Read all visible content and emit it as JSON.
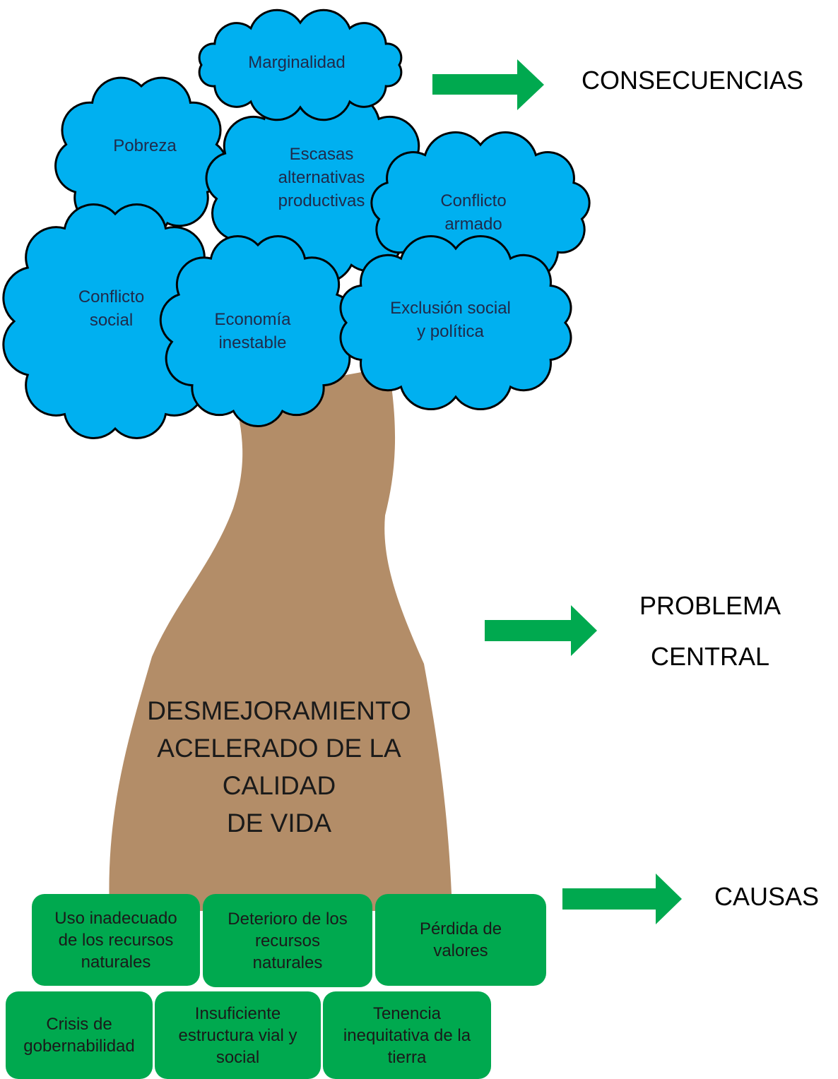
{
  "colors": {
    "leaves": "#00b0f0",
    "trunk": "#b38d68",
    "roots": "#00a94f",
    "arrows": "#00a94f"
  },
  "consequences": {
    "marginalidad": "Marginalidad",
    "pobreza": "Pobreza",
    "escasas": "Escasas\nalternativas\nproductivas",
    "conflicto_armado": "Conflicto\narmado",
    "conflicto_social": "Conflicto\nsocial",
    "economia": "Economía\ninestable",
    "exclusion": "Exclusión social\ny política"
  },
  "problem": "DESMEJORAMIENTO\nACELERADO DE LA\nCALIDAD\nDE VIDA",
  "causes": [
    "Uso inadecuado\nde los recursos\nnaturales",
    "Deterioro de los\nrecursos\nnaturales",
    "Pérdida de\nvalores",
    "Crisis de\ngobernabilidad",
    "Insuficiente\nestructura vial y\nsocial",
    "Tenencia\ninequitativa de la\ntierra"
  ],
  "labels": {
    "consecuencias": "CONSECUENCIAS",
    "problema_central": "PROBLEMA\nCENTRAL",
    "causas": "CAUSAS"
  }
}
